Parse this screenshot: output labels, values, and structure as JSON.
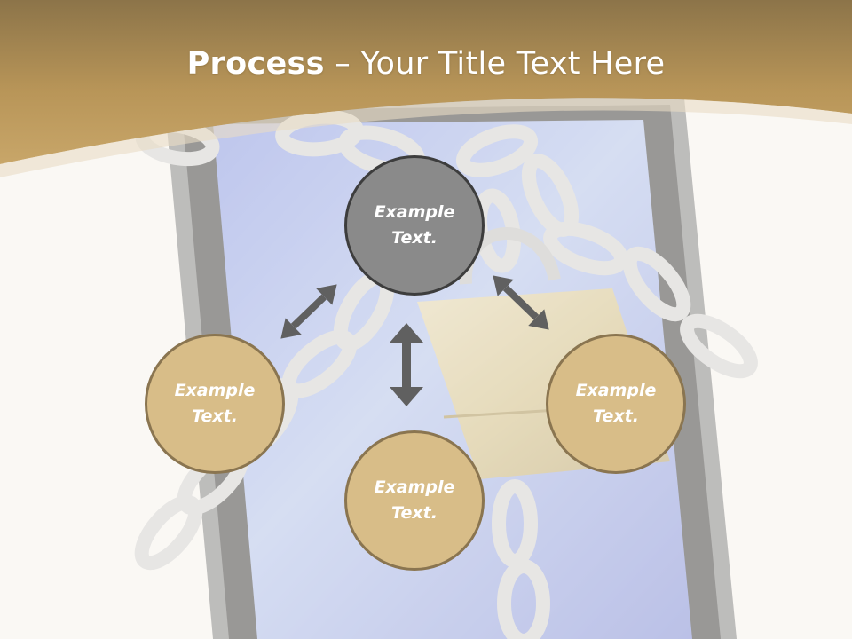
{
  "slide": {
    "title_bold": "Process",
    "title_rest": " – Your Title Text Here"
  },
  "nodes": {
    "top": "Example\nText.",
    "left": "Example\nText.",
    "bottom": "Example\nText.",
    "right": "Example\nText."
  },
  "colors": {
    "header_gold": "#c5a265",
    "header_dark": "#8c7449",
    "center_circle": "#8a8a8a",
    "outer_circles": "#d8bd88",
    "arrows": "#606060"
  },
  "icons": {
    "background": "padlock-chain-phone-image",
    "connectors": "double-headed-arrow-icon"
  }
}
